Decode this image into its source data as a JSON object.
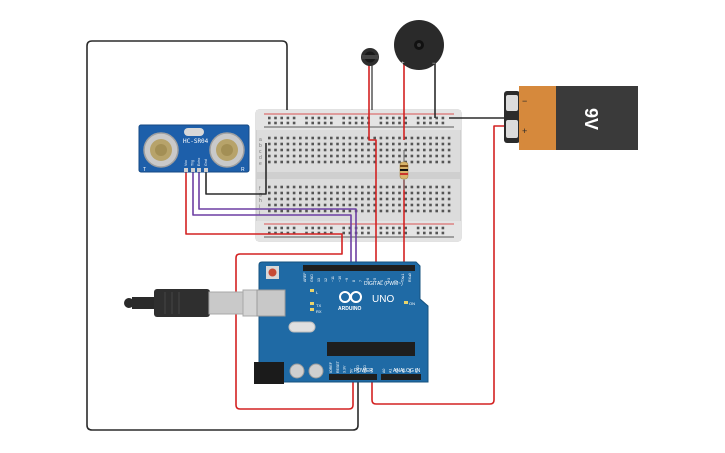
{
  "sensor": {
    "model": "HC-SR04",
    "pin_labels": [
      "Vcc",
      "Trig",
      "Echo",
      "Gnd"
    ],
    "side_left": "T",
    "side_right": "R"
  },
  "arduino": {
    "brand": "ARDUINO",
    "model": "UNO",
    "digital_label": "DIGITAL (PWM~)",
    "power_label": "POWER",
    "analog_label": "ANALOG IN",
    "led_on": "ON",
    "led_tx": "TX",
    "led_rx": "RX",
    "led_l": "L",
    "digital_pins": [
      "AREF",
      "GND",
      "13",
      "12",
      "~11",
      "~10",
      "~9",
      "8",
      "7",
      "~6",
      "~5",
      "4",
      "~3",
      "2",
      "TX▸1",
      "RX◂0"
    ],
    "power_pins": [
      "IOREF",
      "RESET",
      "3.3V",
      "5V",
      "GND",
      "GND",
      "Vin"
    ],
    "analog_pins": [
      "A0",
      "A1",
      "A2",
      "A3",
      "A4",
      "A5"
    ]
  },
  "battery": {
    "label": "9V",
    "minus": "−",
    "plus": "+"
  },
  "buzzer": {
    "plus": "+",
    "minus": "−"
  },
  "breadboard": {
    "row_labels_top": [
      "a",
      "b",
      "c",
      "d",
      "e"
    ],
    "row_labels_bottom": [
      "f",
      "g",
      "h",
      "i",
      "j"
    ]
  },
  "colors": {
    "wire_red": "#d32222",
    "wire_black": "#2b2b2b",
    "wire_purple": "#6d3fa3",
    "board_blue": "#1f6aa5",
    "sensor_blue": "#1d5faa",
    "battery_orange": "#d6893c",
    "battery_black": "#3a3a3a"
  }
}
